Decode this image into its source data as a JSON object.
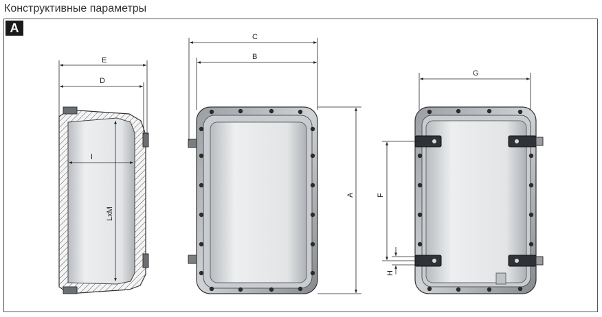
{
  "header": {
    "title": "Конструктивные параметры"
  },
  "section": {
    "badge": "A"
  },
  "dimensions": {
    "A": "A",
    "B": "B",
    "C": "C",
    "D": "D",
    "E": "E",
    "F": "F",
    "G": "G",
    "H": "H",
    "I": "I",
    "LxM": "LxM"
  },
  "colors": {
    "frame": "#555555",
    "badge_bg": "#1a1a1a",
    "metal_light": "#e4e6e8",
    "metal_dark": "#8e9297",
    "outline": "#3a3a3a",
    "bolt": "#2b2b2b"
  }
}
